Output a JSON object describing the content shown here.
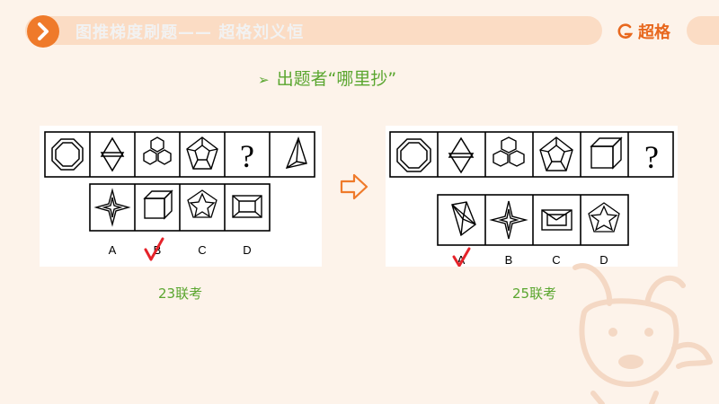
{
  "header": {
    "title": "图推梯度刷题—— 超格刘义恒",
    "brand": "超格",
    "nav_icon": "chevron-right-icon",
    "brand_icon": "g-logo-icon"
  },
  "subtitle": "出题者“哪里抄”",
  "subtitle_marker": "➢",
  "left_panel": {
    "question_mark": "?",
    "options": [
      "A",
      "B",
      "C",
      "D"
    ],
    "answer": "B",
    "caption": "23联考"
  },
  "right_panel": {
    "question_mark": "?",
    "options": [
      "A",
      "B",
      "C",
      "D"
    ],
    "answer": "A",
    "caption": "25联考"
  },
  "colors": {
    "background": "#fdf3ea",
    "accent": "#ef7a2a",
    "header_bar": "#fbdcc4",
    "green_text": "#5aa62f",
    "check": "#e5232a"
  }
}
